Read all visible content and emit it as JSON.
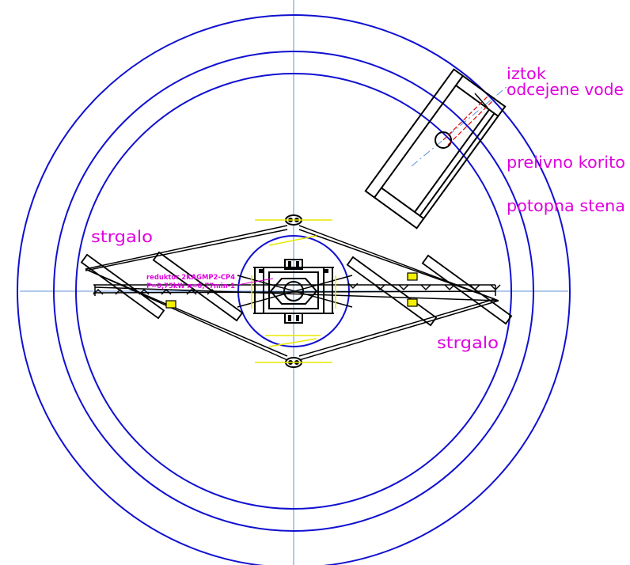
{
  "labels": {
    "outflow_line1": "iztok",
    "outflow_line2": "odcejene vode",
    "overflow_trough": "prelivno korito",
    "baffle_wall": "potopna stena",
    "scraper_left": "strgalo",
    "scraper_right": "strgalo",
    "gearbox_line1": "reduktor 2KAGMP2-CP4",
    "gearbox_line2": "P=0,75kW n=0,77min-1"
  },
  "colors": {
    "circle": "#1010d0",
    "centerline": "#6090d8",
    "outline": "#000000",
    "annotation": "#e000e0",
    "highlight": "#e8e800",
    "pipe": "#e00000"
  }
}
